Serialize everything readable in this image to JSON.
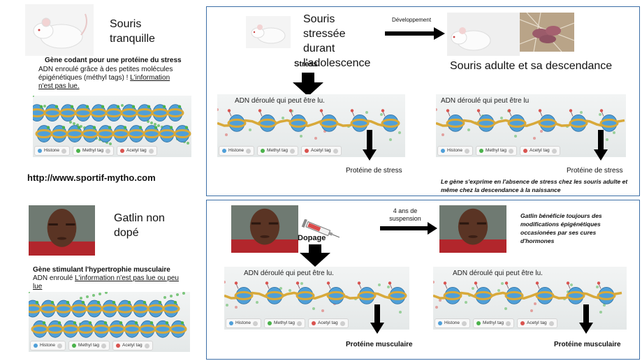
{
  "mouse_calm": {
    "title": "Souris tranquille",
    "gene_heading": "Gène codant pour une protéine du stress",
    "desc_plain": "ADN enroulé grâce à des petites molécules épigénétiques (méthyl tags) ! ",
    "desc_underlined": "L'information n'est pas lue."
  },
  "url": "http://www.sportif-mytho.com",
  "gatlin_clean": {
    "title": "Gatlin non dopé",
    "gene_heading": "Gène stimulant l'hypertrophie musculaire",
    "desc_plain": "ADN enroulé ",
    "desc_underlined": "L'information n'est pas lue ou peu lue"
  },
  "stress_panel": {
    "title": "Souris stressée durant l'adolescence",
    "arrow_label": "Développement",
    "result_label": "Souris adulte et sa descendance",
    "stress_label": "Stress",
    "dna_left_caption": "ADN déroulé qui peut être lu.",
    "dna_right_caption": "ADN déroulé qui peut être lu",
    "protein_left": "Protéine de stress",
    "protein_right": "Protéine de stress",
    "conclusion": "Le gène s'exprime en l'absence de stress chez les souris adulte et même chez la descendance à la naissance"
  },
  "doping_panel": {
    "arrow_label": "4 ans de suspension",
    "dopage_label": "Dopage",
    "conclusion": "Gatlin bénéficie toujours des modifications épigénétiques occasionées par ses cures d'hormones",
    "dna_left_caption": "ADN déroulé qui peut être lu.",
    "dna_right_caption": "ADN déroulé qui peut être lu.",
    "protein_left": "Protéine musculaire",
    "protein_right": "Protéine musculaire"
  },
  "legend": {
    "histone": "Histone",
    "methyl": "Methyl tag",
    "acetyl": "Acetyl tag",
    "info": "i"
  },
  "colors": {
    "panel_border": "#3d6fa7",
    "histone": "#4f9fd8",
    "dna_strand": "#d8a93a",
    "methyl": "#4ab24a",
    "acetyl": "#d9534f"
  }
}
